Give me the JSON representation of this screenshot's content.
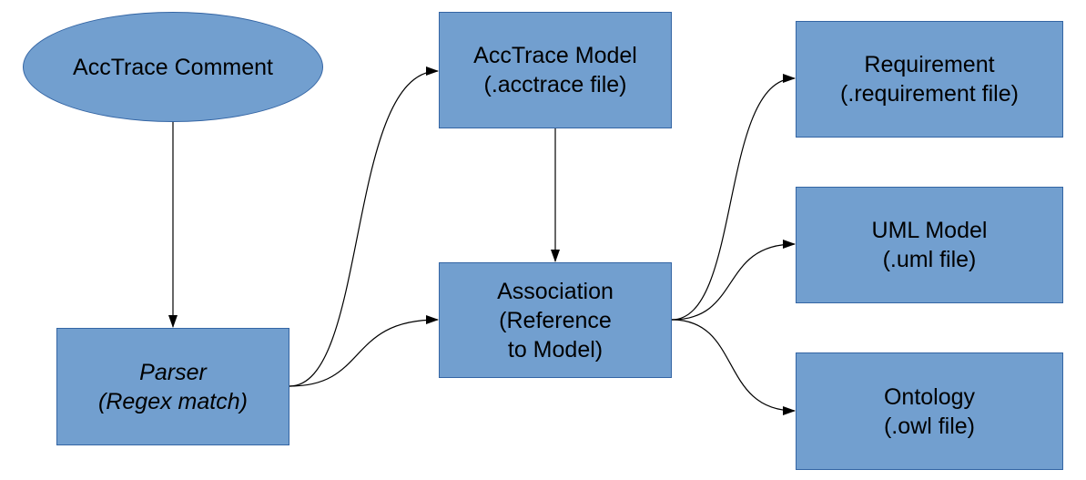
{
  "colors": {
    "fill": "#729fcf",
    "stroke": "#3465a4",
    "edge": "#000000"
  },
  "nodes": {
    "comment": {
      "line1": "AccTrace Comment"
    },
    "parser": {
      "line1": "Parser",
      "line2": "(Regex match)"
    },
    "model": {
      "line1": "AccTrace Model",
      "line2": "(.acctrace file)"
    },
    "association": {
      "line1": "Association",
      "line2": "(Reference",
      "line3": "to Model)"
    },
    "requirement": {
      "line1": "Requirement",
      "line2": "(.requirement file)"
    },
    "uml": {
      "line1": "UML Model",
      "line2": "(.uml file)"
    },
    "ontology": {
      "line1": "Ontology",
      "line2": "(.owl file)"
    }
  },
  "edges": [
    {
      "from": "AccTrace Comment",
      "to": "Parser"
    },
    {
      "from": "Parser",
      "to": "AccTrace Model"
    },
    {
      "from": "Parser",
      "to": "Association"
    },
    {
      "from": "AccTrace Model",
      "to": "Association"
    },
    {
      "from": "Association",
      "to": "Requirement"
    },
    {
      "from": "Association",
      "to": "UML Model"
    },
    {
      "from": "Association",
      "to": "Ontology"
    }
  ]
}
